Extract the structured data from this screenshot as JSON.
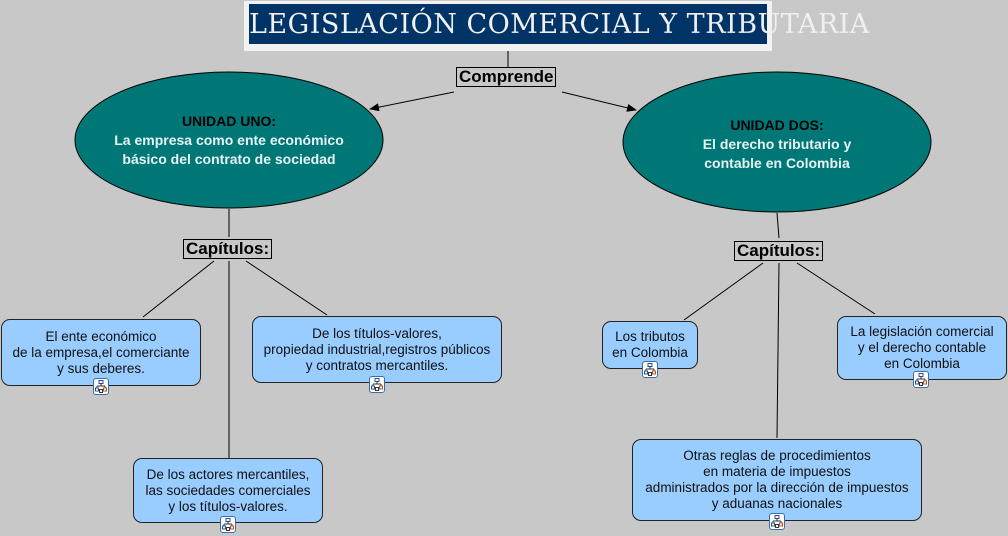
{
  "title": "LEGISLACIÓN COMERCIAL Y TRIBUTARIA",
  "connector_root": "Comprende",
  "colors": {
    "title_bg": "#003366",
    "ellipse_fill": "#007777",
    "box_fill": "#99ccff",
    "background": "#c8c8c8"
  },
  "units": [
    {
      "heading": "UNIDAD UNO:",
      "lines": [
        "La empresa como ente económico",
        "básico del contrato de sociedad"
      ],
      "connector": "Capítulos:",
      "chapters": [
        {
          "lines": [
            "El ente económico",
            "de la empresa,el comerciante",
            "y sus deberes."
          ],
          "icon": "submap-icon"
        },
        {
          "lines": [
            "De los títulos-valores,",
            "propiedad industrial,registros públicos",
            "y contratos mercantiles."
          ],
          "icon": "submap-icon"
        },
        {
          "lines": [
            "De los actores mercantiles,",
            "las sociedades comerciales",
            "y los títulos-valores."
          ],
          "icon": "submap-icon"
        }
      ]
    },
    {
      "heading": "UNIDAD DOS:",
      "lines": [
        "El derecho tributario y",
        "contable en Colombia"
      ],
      "connector": "Capítulos:",
      "chapters": [
        {
          "lines": [
            "Los tributos",
            "en Colombia"
          ],
          "icon": "submap-icon"
        },
        {
          "lines": [
            "La legislación comercial",
            "y el derecho contable",
            "en Colombia"
          ],
          "icon": "submap-icon"
        },
        {
          "lines": [
            "Otras reglas de procedimientos",
            "en materia de impuestos",
            "administrados por la dirección de impuestos",
            "y aduanas nacionales"
          ],
          "icon": "submap-icon"
        }
      ]
    }
  ]
}
